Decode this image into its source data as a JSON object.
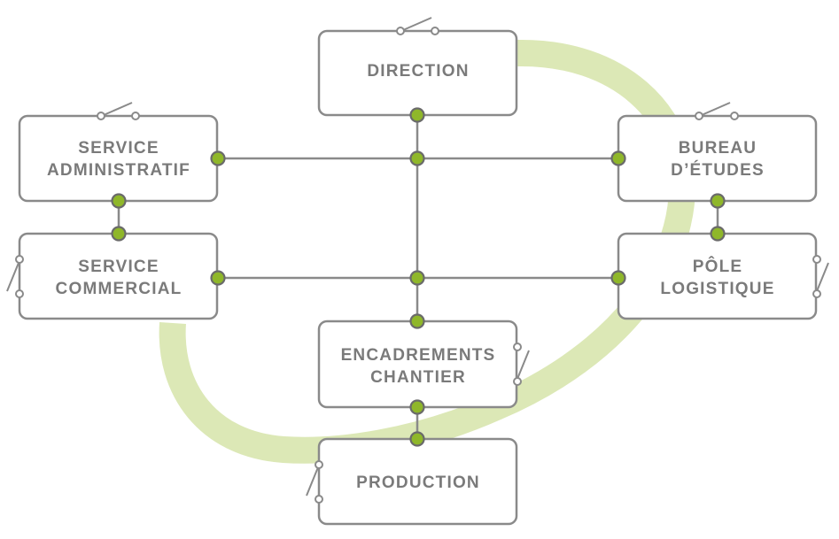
{
  "colors": {
    "loop": "#dce8b6",
    "box_stroke": "#8a8a8a",
    "line": "#8a8a8a",
    "node_fill": "#8fb72a",
    "node_stroke": "#6a6a6a",
    "text": "#7a7a7a"
  },
  "boxes": {
    "direction": {
      "line1": "DIRECTION"
    },
    "service_administratif": {
      "line1": "SERVICE",
      "line2": "ADMINISTRATIF"
    },
    "bureau_etudes": {
      "line1": "BUREAU",
      "line2": "D’ÉTUDES"
    },
    "service_commercial": {
      "line1": "SERVICE",
      "line2": "COMMERCIAL"
    },
    "pole_logistique": {
      "line1": "PÔLE",
      "line2": "LOGISTIQUE"
    },
    "encadrements_chantier": {
      "line1": "ENCADREMENTS",
      "line2": "CHANTIER"
    },
    "production": {
      "line1": "PRODUCTION"
    }
  },
  "icons": {
    "switch": "switch-icon",
    "connector": "connector-node-icon"
  }
}
